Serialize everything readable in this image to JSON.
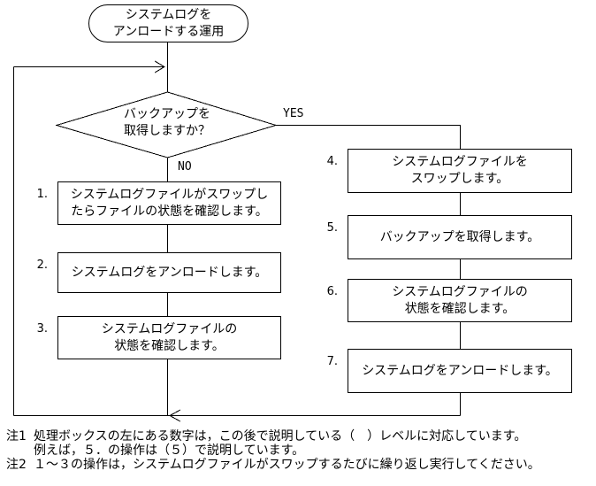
{
  "diagram": {
    "terminal": {
      "lines": [
        "システムログを",
        "アンロードする運用"
      ]
    },
    "decision": {
      "lines": [
        "バックアップを",
        "取得しますか？"
      ]
    },
    "branch_labels": {
      "yes": "YES",
      "no": "NO"
    },
    "left_steps": [
      {
        "number": "1.",
        "lines": [
          "システムログファイルがスワップし",
          "たらファイルの状態を確認します。"
        ]
      },
      {
        "number": "2.",
        "lines": [
          "システムログをアンロードします。"
        ]
      },
      {
        "number": "3.",
        "lines": [
          "システムログファイルの",
          "状態を確認します。"
        ]
      }
    ],
    "right_steps": [
      {
        "number": "4.",
        "lines": [
          "システムログファイルを",
          "スワップします。"
        ]
      },
      {
        "number": "5.",
        "lines": [
          "バックアップを取得します。"
        ]
      },
      {
        "number": "6.",
        "lines": [
          "システムログファイルの",
          "状態を確認します。"
        ]
      },
      {
        "number": "7.",
        "lines": [
          "システムログをアンロードします。"
        ]
      }
    ],
    "notes": [
      {
        "label": "注1",
        "line1": "処理ボックスの左にある数字は，この後で説明している（　）レベルに対応しています。",
        "line2": "例えば，５．の操作は（５）で説明しています。"
      },
      {
        "label": "注2",
        "line1": "１～３の操作は，システムログファイルがスワップするたびに繰り返し実行してください。"
      }
    ],
    "colors": {
      "line": "#000000",
      "background": "#ffffff",
      "text": "#000000"
    }
  }
}
